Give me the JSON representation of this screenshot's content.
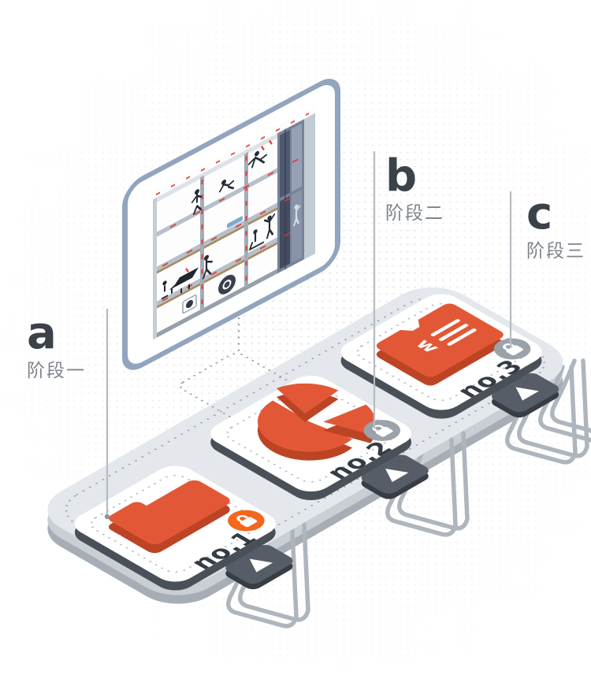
{
  "stages": [
    {
      "letter": "a",
      "name": "阶段一",
      "card_number": "no.1",
      "icon": "folder-icon",
      "badge_icon": "lock-icon",
      "badge_color": "#F2681C"
    },
    {
      "letter": "b",
      "name": "阶段二",
      "card_number": "no.2",
      "icon": "pie-chart-icon",
      "badge_icon": "lock-icon",
      "badge_color": "#9BA2A9"
    },
    {
      "letter": "c",
      "name": "阶段三",
      "card_number": "no.3",
      "icon": "word-document-icon",
      "badge_icon": "lock-icon",
      "badge_color": "#9BA2A9"
    }
  ],
  "word_icon_letter": "w",
  "colors": {
    "accent_orange": "#E25836",
    "accent_orange_dark": "#BC4425",
    "badge_orange": "#F2681C",
    "badge_gray": "#9BA2A9",
    "platform_top": "#E4E8EC",
    "card_edge_dark": "#4A5058",
    "tab_dark": "#575D66",
    "screen_frame_blue": "#92A5BE",
    "label_dark": "#3C424A",
    "label_gray": "#7E848B",
    "red_marks": "#E0342A"
  }
}
